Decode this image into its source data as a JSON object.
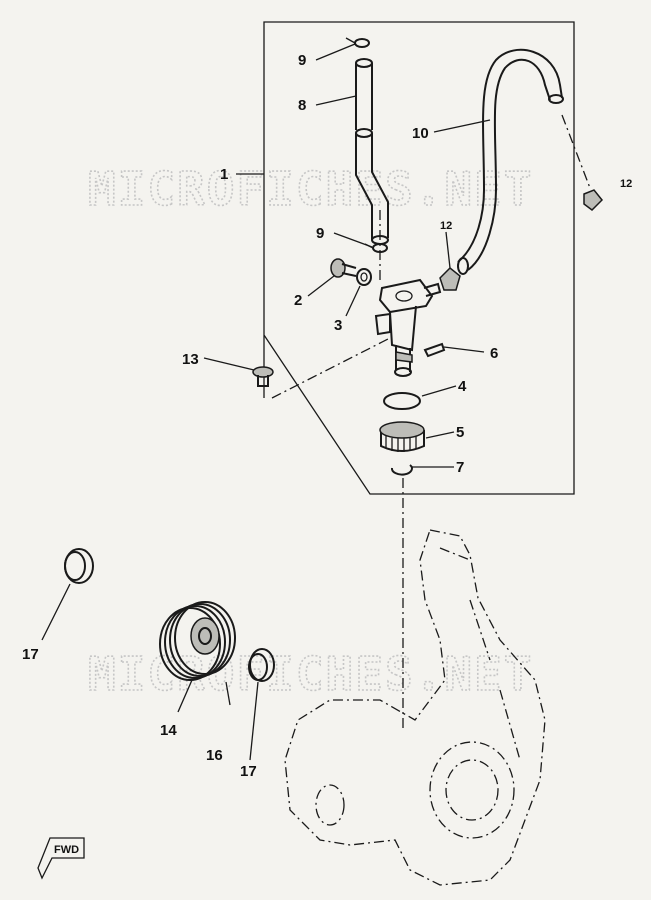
{
  "callouts": {
    "c1": "1",
    "c2": "2",
    "c3": "3",
    "c4": "4",
    "c5": "5",
    "c6": "6",
    "c7": "7",
    "c8": "8",
    "c9a": "9",
    "c9b": "9",
    "c10": "10",
    "c12a": "12",
    "c12b": "12",
    "c13": "13",
    "c14": "14",
    "c16": "16",
    "c17a": "17",
    "c17b": "17"
  },
  "watermark": {
    "top": "MICROFICHES.NET",
    "bottom": "MICROFICHES.NET"
  },
  "fwd_marker": "FWD"
}
